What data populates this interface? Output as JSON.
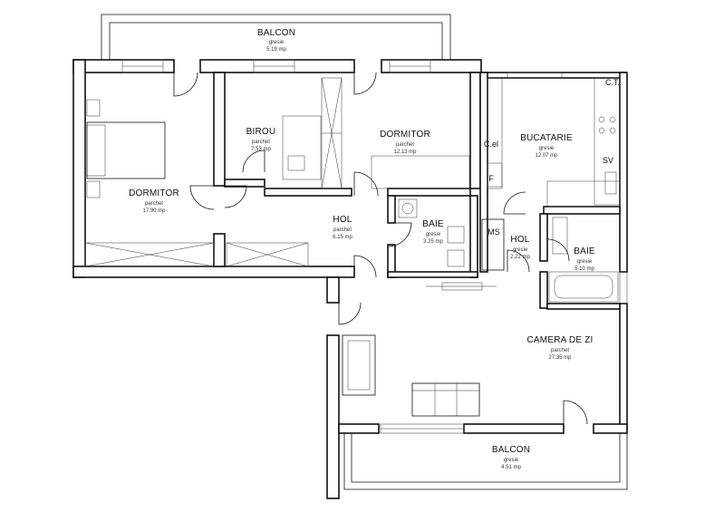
{
  "rooms": {
    "balcon_top": {
      "name": "BALCON",
      "material": "gresie",
      "area": "5.19 mp"
    },
    "dormitor_left": {
      "name": "DORMITOR",
      "material": "parchet",
      "area": "17.90 mp"
    },
    "birou": {
      "name": "BIROU",
      "material": "parchet",
      "area": "7.53 mp"
    },
    "dormitor_mid": {
      "name": "DORMITOR",
      "material": "parchet",
      "area": "12.13 mp"
    },
    "bucatarie": {
      "name": "BUCATARIE",
      "material": "gresie",
      "area": "12.07 mp"
    },
    "hol_main": {
      "name": "HOL",
      "material": "parchet",
      "area": "6.15 mp"
    },
    "baie_mid": {
      "name": "BAIE",
      "material": "gresie",
      "area": "3.25 mp"
    },
    "hol_small": {
      "name": "HOL",
      "material": "gresie",
      "area": "2.22 mp"
    },
    "baie_right": {
      "name": "BAIE",
      "material": "gresie",
      "area": "5.10 mp"
    },
    "camera_de_zi": {
      "name": "CAMERA DE ZI",
      "material": "parchet",
      "area": "27.35 mp"
    },
    "balcon_bottom": {
      "name": "BALCON",
      "material": "gresie",
      "area": "4.51 mp"
    }
  },
  "fixtures": {
    "centrala": "C.T.",
    "celula": "C.el",
    "frigider": "F",
    "sv": "SV",
    "ms": "MS"
  }
}
